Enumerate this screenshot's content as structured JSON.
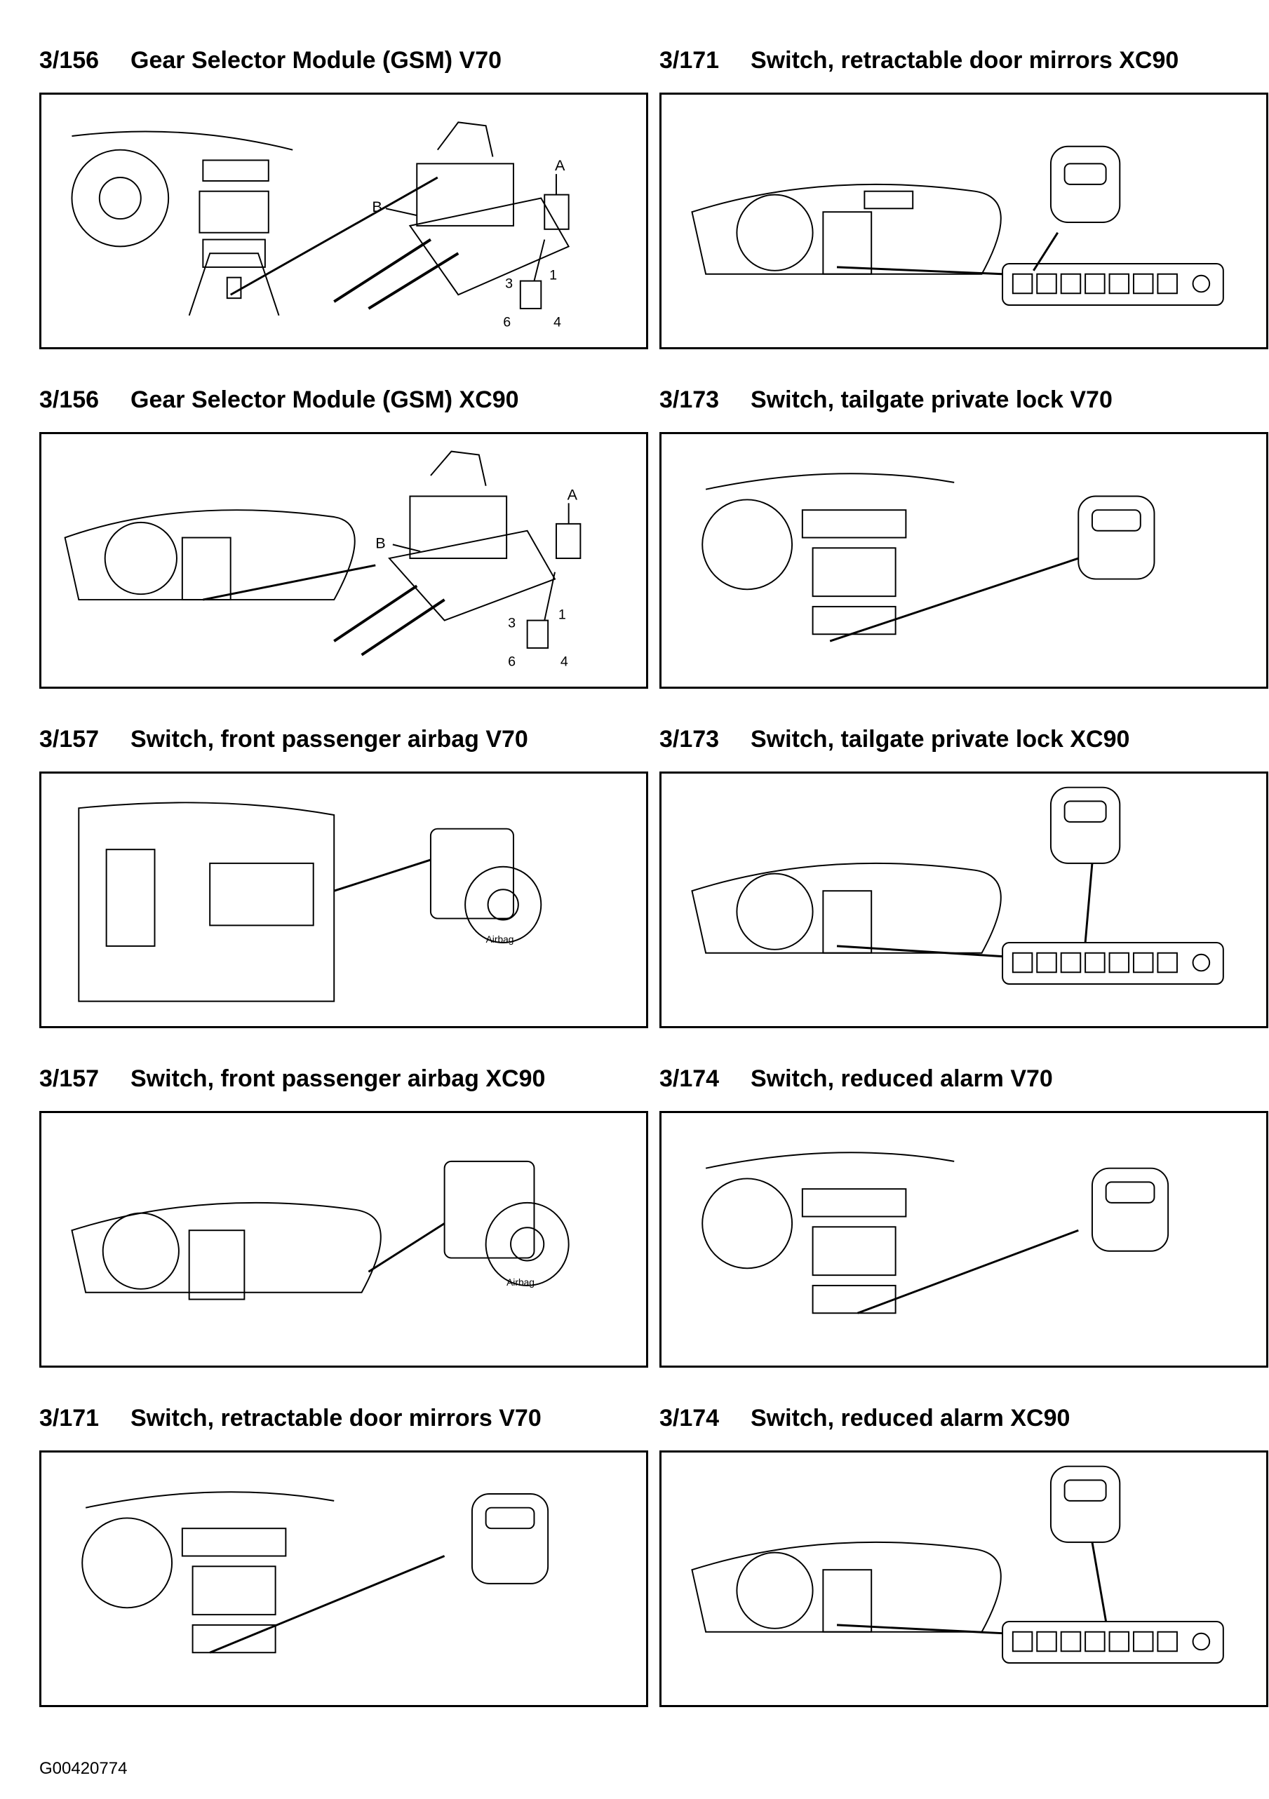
{
  "panels": [
    {
      "num": "3/156",
      "title": "Gear Selector Module (GSM) V70",
      "callouts": [
        "A",
        "B",
        "1",
        "3",
        "4",
        "6"
      ]
    },
    {
      "num": "3/171",
      "title": "Switch, retractable door mirrors XC90"
    },
    {
      "num": "3/156",
      "title": "Gear Selector Module (GSM) XC90",
      "callouts": [
        "A",
        "B",
        "1",
        "3",
        "4",
        "6"
      ]
    },
    {
      "num": "3/173",
      "title": "Switch, tailgate private lock V70"
    },
    {
      "num": "3/157",
      "title": "Switch, front passenger airbag V70",
      "switch_text": "Airbag"
    },
    {
      "num": "3/173",
      "title": "Switch, tailgate private lock XC90"
    },
    {
      "num": "3/157",
      "title": "Switch, front passenger airbag XC90",
      "switch_text": "Airbag"
    },
    {
      "num": "3/174",
      "title": "Switch, reduced alarm V70"
    },
    {
      "num": "3/171",
      "title": "Switch, retractable door mirrors V70"
    },
    {
      "num": "3/174",
      "title": "Switch, reduced alarm XC90"
    }
  ],
  "footer": "G00420774"
}
